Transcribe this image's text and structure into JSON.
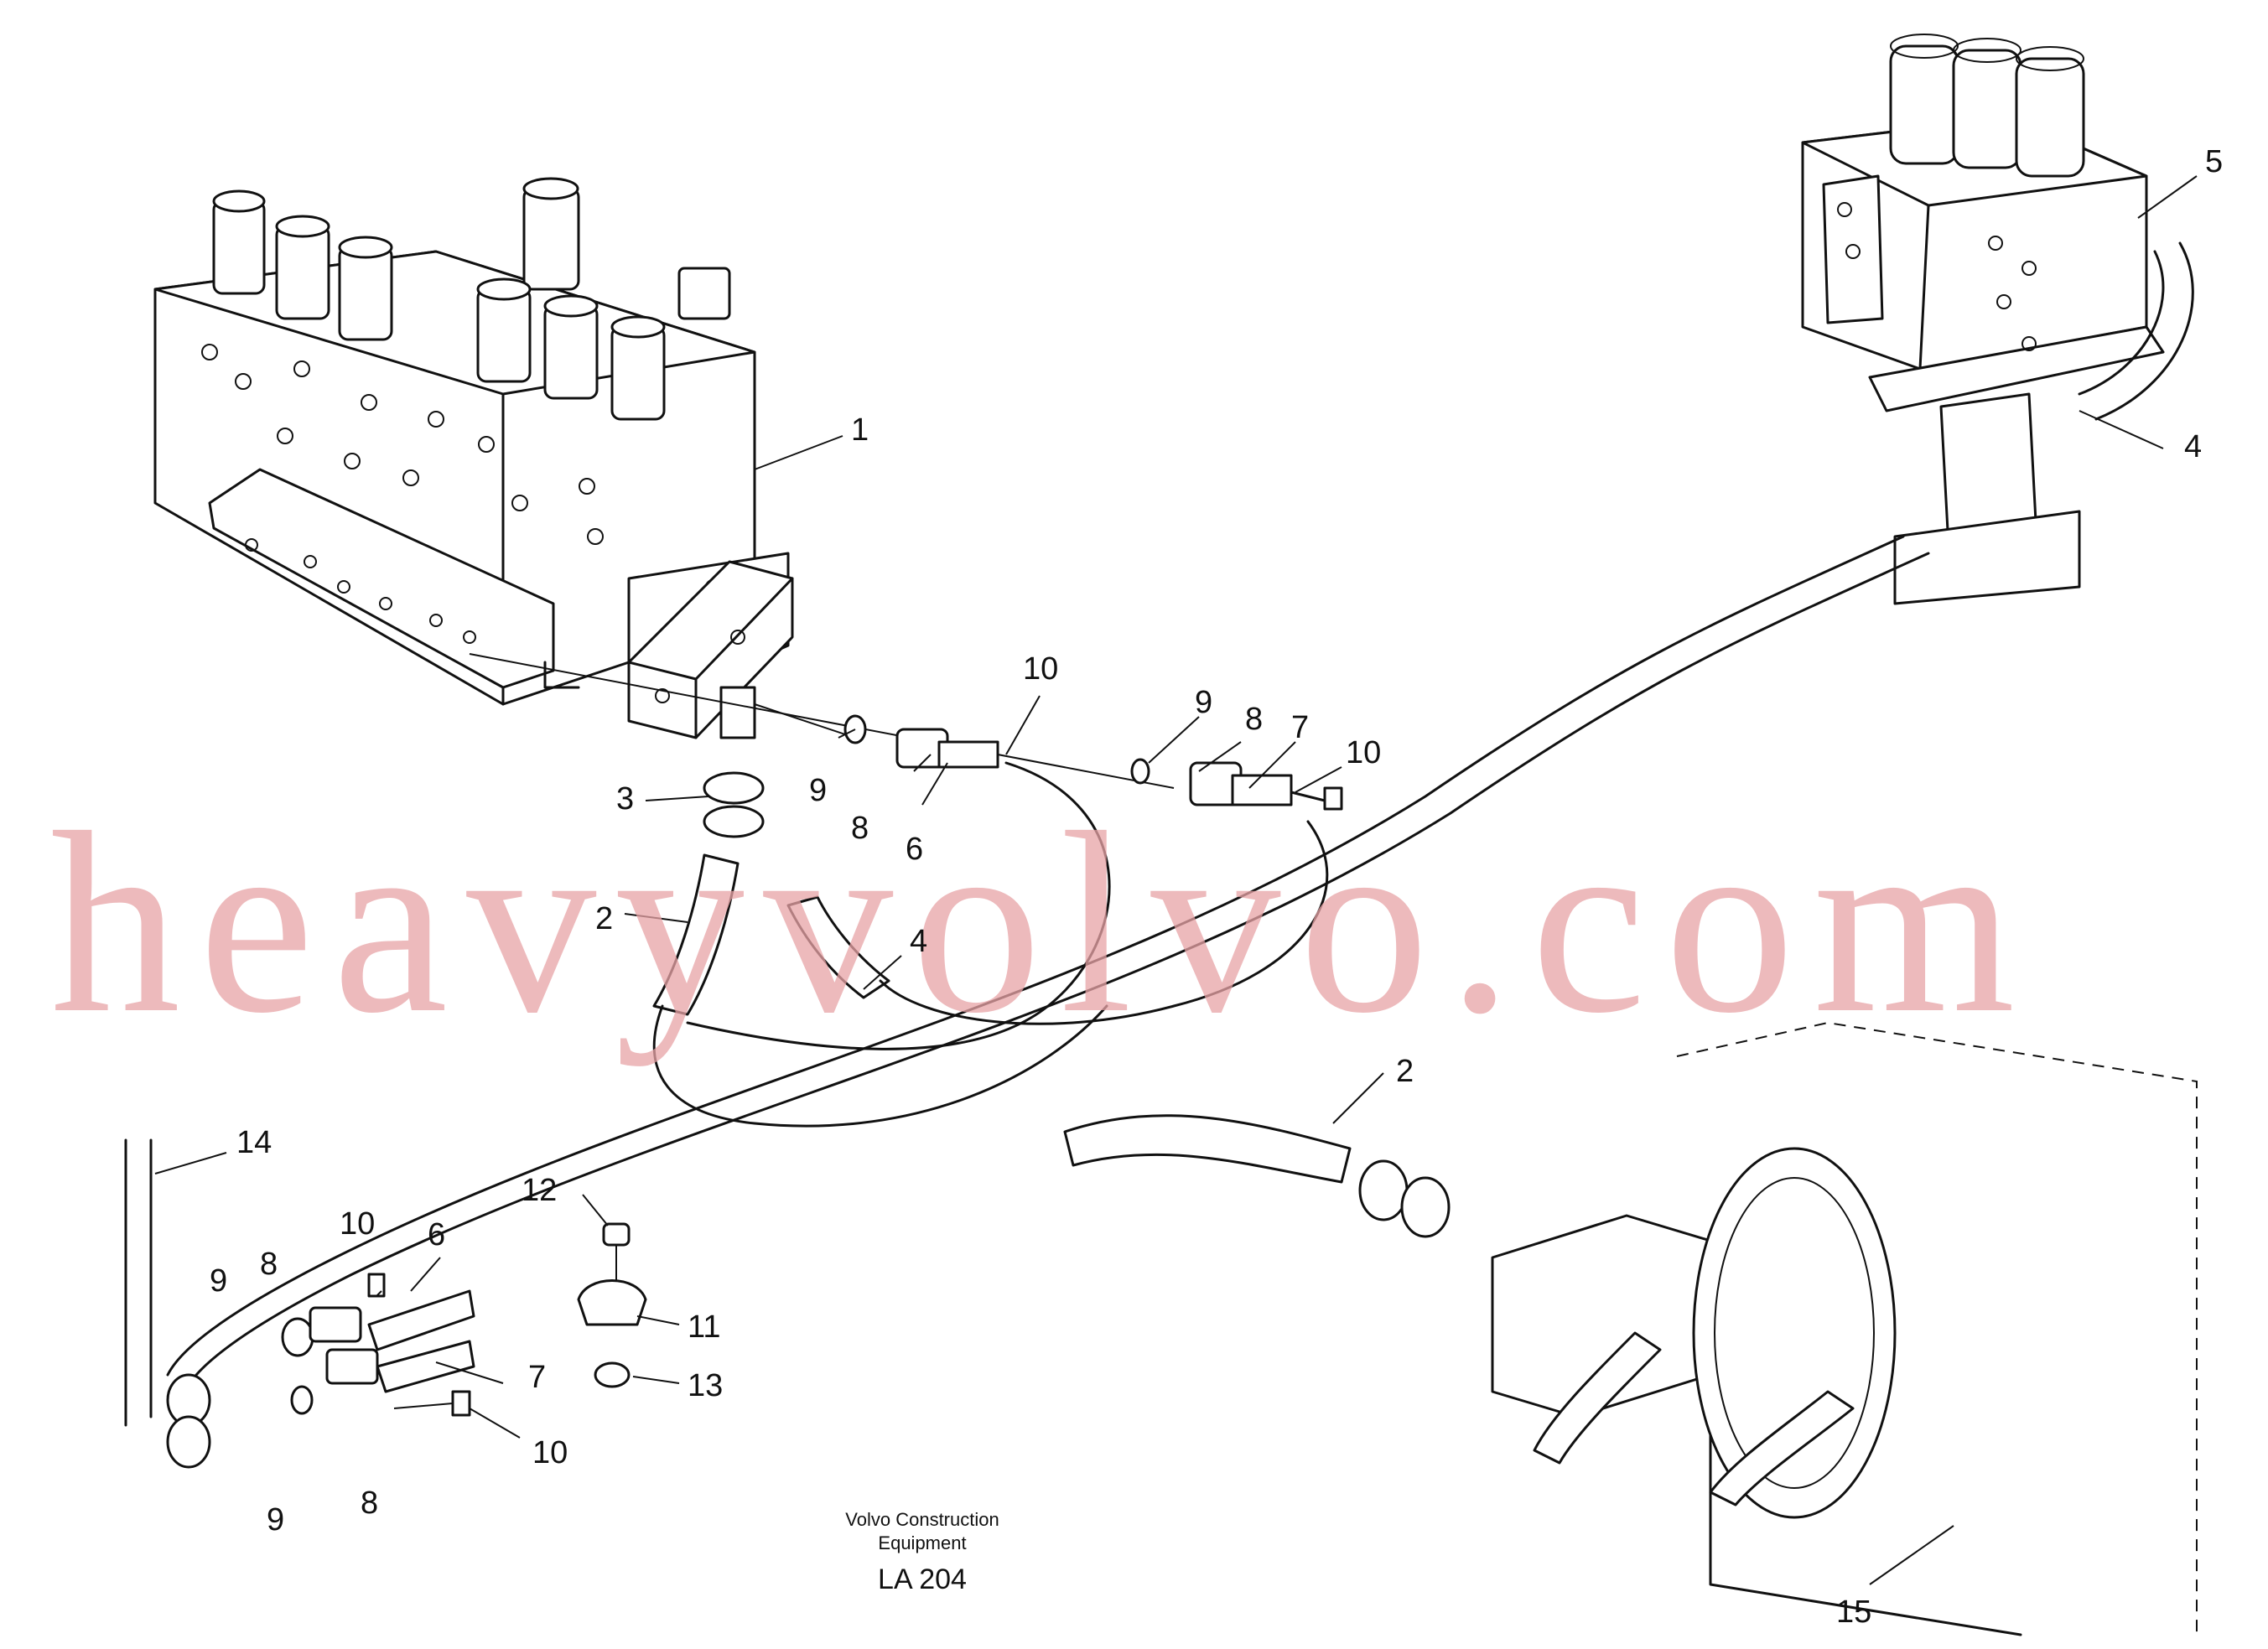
{
  "watermark": "heavyvolvo.com",
  "footer": {
    "company_line1": "Volvo Construction",
    "company_line2": "Equipment",
    "code": "LA 204"
  },
  "callouts": [
    {
      "id": "c1",
      "text": "1"
    },
    {
      "id": "c2a",
      "text": "2"
    },
    {
      "id": "c2b",
      "text": "2"
    },
    {
      "id": "c3",
      "text": "3"
    },
    {
      "id": "c4a",
      "text": "4"
    },
    {
      "id": "c4b",
      "text": "4"
    },
    {
      "id": "c5",
      "text": "5"
    },
    {
      "id": "c6a",
      "text": "6"
    },
    {
      "id": "c6b",
      "text": "6"
    },
    {
      "id": "c7a",
      "text": "7"
    },
    {
      "id": "c7b",
      "text": "7"
    },
    {
      "id": "c8a",
      "text": "8"
    },
    {
      "id": "c8b",
      "text": "8"
    },
    {
      "id": "c8c",
      "text": "8"
    },
    {
      "id": "c8d",
      "text": "8"
    },
    {
      "id": "c9a",
      "text": "9"
    },
    {
      "id": "c9b",
      "text": "9"
    },
    {
      "id": "c9c",
      "text": "9"
    },
    {
      "id": "c9d",
      "text": "9"
    },
    {
      "id": "c10a",
      "text": "10"
    },
    {
      "id": "c10b",
      "text": "10"
    },
    {
      "id": "c10c",
      "text": "10"
    },
    {
      "id": "c10d",
      "text": "10"
    },
    {
      "id": "c11",
      "text": "11"
    },
    {
      "id": "c12",
      "text": "12"
    },
    {
      "id": "c13",
      "text": "13"
    },
    {
      "id": "c14",
      "text": "14"
    },
    {
      "id": "c15",
      "text": "15"
    }
  ]
}
